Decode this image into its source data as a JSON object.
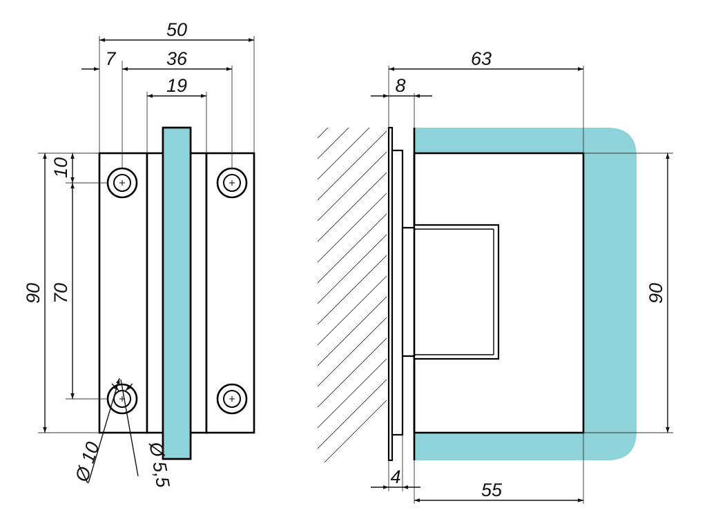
{
  "colors": {
    "glass": "#8dd3d9",
    "line": "#000000",
    "background": "#ffffff"
  },
  "front_view": {
    "dim_total_width": "50",
    "dim_edge_to_hole": "7",
    "dim_hole_spacing": "36",
    "dim_center_width": "19",
    "dim_total_height": "90",
    "dim_hole_spacing_vertical": "70",
    "dim_hole_from_top": "10",
    "dim_hole_outer_diameter": "Ø 10",
    "dim_hole_inner_diameter": "Ø 5,5"
  },
  "side_view": {
    "dim_total_depth": "63",
    "dim_wall_plate": "8",
    "dim_plate_thickness": "4",
    "dim_clamp_depth": "55",
    "dim_height": "90"
  }
}
